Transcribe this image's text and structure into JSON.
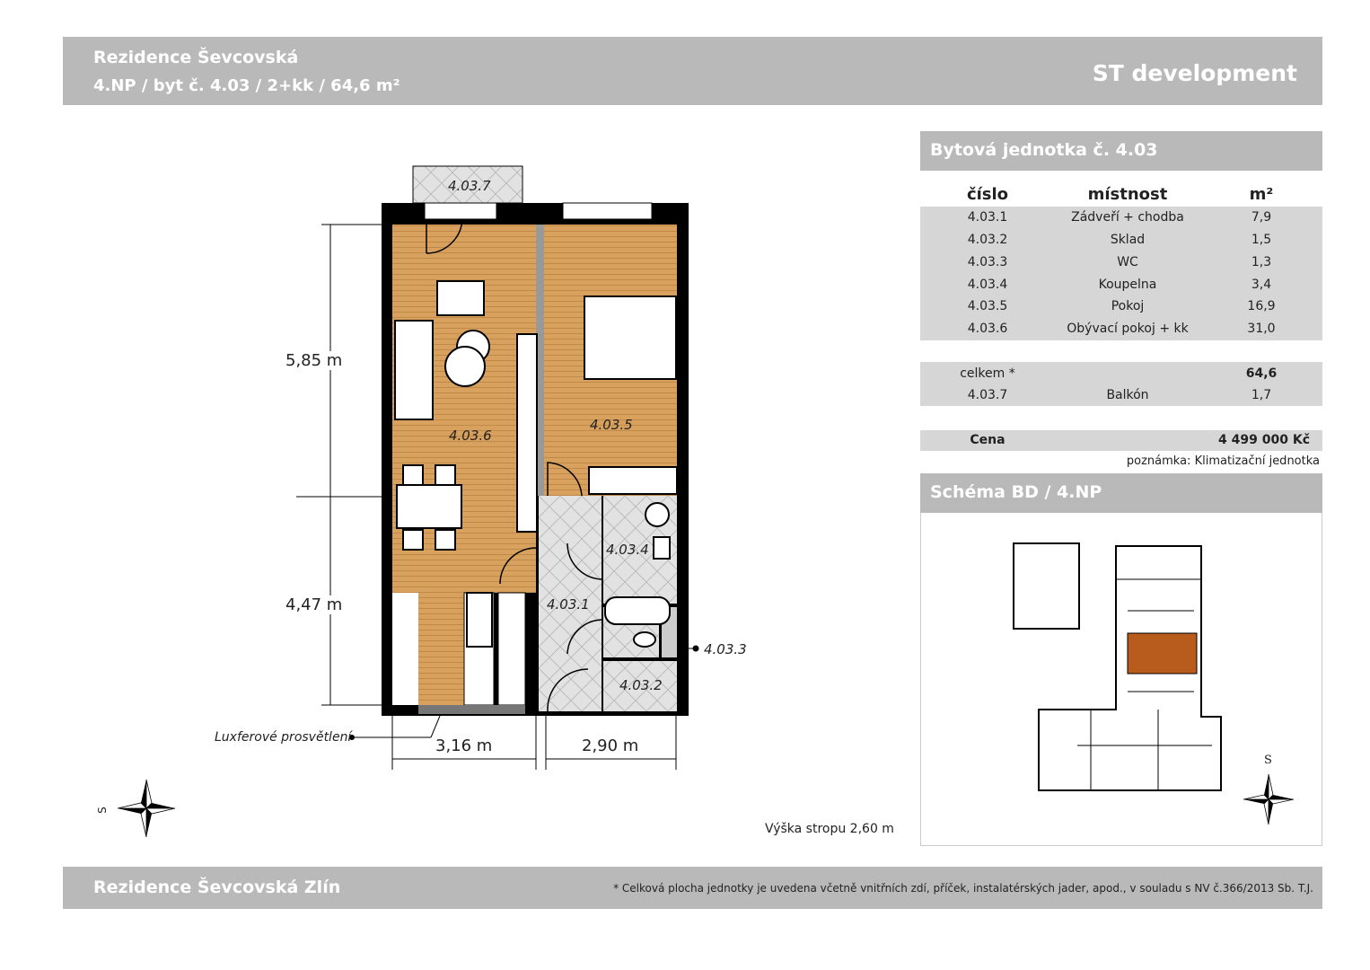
{
  "header": {
    "title": "Rezidence Ševcovská",
    "subtitle": "4.NP / byt č. 4.03 / 2+kk / 64,6 m²",
    "logo": "ST development"
  },
  "panel": {
    "title": "Bytová jednotka č. 4.03",
    "columns": [
      "číslo",
      "místnost",
      "m²"
    ],
    "rows": [
      [
        "4.03.1",
        "Zádveří + chodba",
        "7,9"
      ],
      [
        "4.03.2",
        "Sklad",
        "1,5"
      ],
      [
        "4.03.3",
        "WC",
        "1,3"
      ],
      [
        "4.03.4",
        "Koupelna",
        "3,4"
      ],
      [
        "4.03.5",
        "Pokoj",
        "16,9"
      ],
      [
        "4.03.6",
        "Obývací pokoj + kk",
        "31,0"
      ]
    ],
    "total": {
      "label": "celkem *",
      "value": "64,6"
    },
    "balcony": [
      "4.03.7",
      "Balkón",
      "1,7"
    ],
    "price": {
      "label": "Cena",
      "value": "4 499 000 Kč"
    },
    "note": "poznámka: Klimatizační jednotka",
    "schema_title": "Schéma BD / 4.NP"
  },
  "plan": {
    "rooms": {
      "r1": "4.03.1",
      "r2": "4.03.2",
      "r3": "4.03.3",
      "r4": "4.03.4",
      "r5": "4.03.5",
      "r6": "4.03.6",
      "r7": "4.03.7"
    },
    "dims": {
      "h_top": "5,85 m",
      "h_bottom": "4,47 m",
      "w_left": "3,16 m",
      "w_right": "2,90 m"
    },
    "glass_label": "Luxferové prosvětlení",
    "ceiling": "Výška stropu 2,60 m",
    "compass_letter": "S"
  },
  "footer": {
    "title": "Rezidence Ševcovská Zlín",
    "note": "* Celková plocha jednotky je uvedena včetně vnitřních zdí, příček, instalatérských jader, apod., v souladu s NV č.366/2013 Sb. T.J."
  },
  "colors": {
    "bar": "#b9b9b9",
    "wood": "#d9a15e",
    "tile": "#dcdcdc",
    "highlight": "#b85c1e"
  }
}
